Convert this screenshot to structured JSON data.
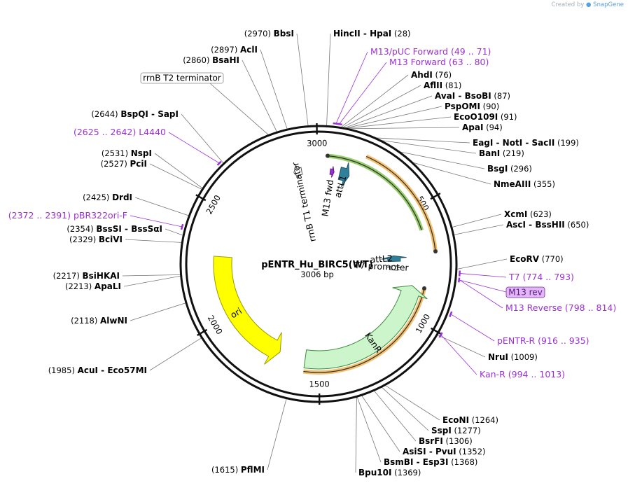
{
  "credit": {
    "prefix": "Created by",
    "brand": "SnapGene"
  },
  "plasmid": {
    "name": "pENTR_Hu_BIRC5(WT)",
    "size_label": "3006 bp",
    "length": 3006
  },
  "ticks": [
    "500",
    "1000",
    "1500",
    "2000",
    "2500",
    "3000"
  ],
  "enzymes": [
    {
      "name": "BbsI",
      "pos": "(2970)",
      "site": 2970,
      "side": "L"
    },
    {
      "name": "AclI",
      "pos": "(2897)",
      "site": 2897,
      "side": "L"
    },
    {
      "name": "BsaHI",
      "pos": "(2860)",
      "site": 2860,
      "side": "L"
    },
    {
      "name": "BspQI - SapI",
      "pos": "(2644)",
      "site": 2644,
      "side": "L"
    },
    {
      "name": "NspI",
      "pos": "(2531)",
      "site": 2531,
      "side": "L"
    },
    {
      "name": "PciI",
      "pos": "(2527)",
      "site": 2527,
      "side": "L"
    },
    {
      "name": "DrdI",
      "pos": "(2425)",
      "site": 2425,
      "side": "L"
    },
    {
      "name": "BssSI - BssSαI",
      "pos": "(2354)",
      "site": 2354,
      "side": "L"
    },
    {
      "name": "BciVI",
      "pos": "(2329)",
      "site": 2329,
      "side": "L"
    },
    {
      "name": "BsiHKAI",
      "pos": "(2217)",
      "site": 2217,
      "side": "L"
    },
    {
      "name": "ApaLI",
      "pos": "(2213)",
      "site": 2213,
      "side": "L"
    },
    {
      "name": "AlwNI",
      "pos": "(2118)",
      "site": 2118,
      "side": "L"
    },
    {
      "name": "AcuI - Eco57MI",
      "pos": "(1985)",
      "site": 1985,
      "side": "L"
    },
    {
      "name": "PflMI",
      "pos": "(1615)",
      "site": 1615,
      "side": "L"
    },
    {
      "name": "HincII - HpaI",
      "pos": "(28)",
      "site": 28,
      "side": "R"
    },
    {
      "name": "AhdI",
      "pos": "(76)",
      "site": 76,
      "side": "R"
    },
    {
      "name": "AflII",
      "pos": "(81)",
      "site": 81,
      "side": "R"
    },
    {
      "name": "AvaI - BsoBI",
      "pos": "(87)",
      "site": 87,
      "side": "R"
    },
    {
      "name": "PspOMI",
      "pos": "(90)",
      "site": 90,
      "side": "R"
    },
    {
      "name": "EcoO109I",
      "pos": "(91)",
      "site": 91,
      "side": "R"
    },
    {
      "name": "ApaI",
      "pos": "(94)",
      "site": 94,
      "side": "R"
    },
    {
      "name": "EagI - NotI - SacII",
      "pos": "(199)",
      "site": 199,
      "side": "R"
    },
    {
      "name": "BanI",
      "pos": "(219)",
      "site": 219,
      "side": "R"
    },
    {
      "name": "BsgI",
      "pos": "(296)",
      "site": 296,
      "side": "R"
    },
    {
      "name": "NmeAIII",
      "pos": "(355)",
      "site": 355,
      "side": "R"
    },
    {
      "name": "XcmI",
      "pos": "(623)",
      "site": 623,
      "side": "R"
    },
    {
      "name": "AscI - BssHII",
      "pos": "(650)",
      "site": 650,
      "side": "R"
    },
    {
      "name": "EcoRV",
      "pos": "(770)",
      "site": 770,
      "side": "R"
    },
    {
      "name": "NruI",
      "pos": "(1009)",
      "site": 1009,
      "side": "R"
    },
    {
      "name": "EcoNI",
      "pos": "(1264)",
      "site": 1264,
      "side": "R"
    },
    {
      "name": "SspI",
      "pos": "(1277)",
      "site": 1277,
      "side": "R"
    },
    {
      "name": "BsrFI",
      "pos": "(1306)",
      "site": 1306,
      "side": "R"
    },
    {
      "name": "AsiSI - PvuI",
      "pos": "(1352)",
      "site": 1352,
      "side": "R"
    },
    {
      "name": "BsmBI - Esp3I",
      "pos": "(1368)",
      "site": 1368,
      "side": "R"
    },
    {
      "name": "Bpu10I",
      "pos": "(1369)",
      "site": 1369,
      "side": "R"
    }
  ],
  "primers": [
    {
      "name": "M13/pUC Forward",
      "range": "(49 .. 71)",
      "start": 49,
      "end": 71,
      "side": "R"
    },
    {
      "name": "M13 Forward",
      "range": "(63 .. 80)",
      "start": 63,
      "end": 80,
      "side": "R"
    },
    {
      "name": "T7",
      "range": "(774 .. 793)",
      "start": 774,
      "end": 793,
      "side": "R"
    },
    {
      "name": "M13 Reverse",
      "range": "(798 .. 814)",
      "start": 798,
      "end": 814,
      "side": "R"
    },
    {
      "name": "pENTR-R",
      "range": "(916 .. 935)",
      "start": 916,
      "end": 935,
      "side": "R"
    },
    {
      "name": "Kan-R",
      "range": "(994 .. 1013)",
      "start": 994,
      "end": 1013,
      "side": "R"
    },
    {
      "name": "L4440",
      "range": "(2625 .. 2642)",
      "start": 2625,
      "end": 2642,
      "side": "L"
    },
    {
      "name": "pBR322ori-F",
      "range": "(2372 .. 2391)",
      "start": 2372,
      "end": 2391,
      "side": "L"
    }
  ],
  "boxed_labels": [
    {
      "text": "rrnB T2 terminator",
      "style": "plain",
      "site": 2830
    },
    {
      "text": "M13 rev",
      "style": "primer",
      "site": 806
    }
  ],
  "features": [
    {
      "name": "ori",
      "start": 1700,
      "end": 2290,
      "dir": -1,
      "fill": "#ffff00",
      "stroke": "#9a9a00",
      "ring": "inner"
    },
    {
      "name": "KanR",
      "start": 860,
      "end": 1570,
      "dir": -1,
      "fill": "#ccf5cc",
      "stroke": "#3c8c3c",
      "ring": "inner"
    },
    {
      "name": "attL1",
      "start": 110,
      "end": 160,
      "dir": 1,
      "fill": "#31809a",
      "stroke": "#1c5466",
      "ring": "inner"
    },
    {
      "name": "attL2",
      "start": 700,
      "end": 735,
      "dir": -1,
      "fill": "#31809a",
      "stroke": "#1c5466",
      "ring": "inner"
    },
    {
      "name": "T7 promoter",
      "start": 760,
      "end": 790,
      "dir": -1,
      "fill": "#ffffff",
      "stroke": "#555555",
      "ring": "inner"
    },
    {
      "name": "rrnB T1 terminator",
      "start": 2880,
      "end": 2920,
      "dir": -1,
      "fill": "#ffffff",
      "stroke": "#555555",
      "ring": "inner"
    },
    {
      "name": "M13 fwd",
      "start": 60,
      "end": 80,
      "dir": 1,
      "fill": "#9b30d9",
      "stroke": "#5e1a86",
      "ring": "inner"
    }
  ],
  "insert_arcs": [
    {
      "name": "green-arc",
      "start": 40,
      "end": 600,
      "dir": -1,
      "color": "#7bc142"
    },
    {
      "name": "orange-arc-1",
      "start": 200,
      "end": 700,
      "dir": 1,
      "color": "#f2b04a"
    },
    {
      "name": "orange-arc-2",
      "start": 860,
      "end": 1570,
      "dir": -1,
      "color": "#f2b04a"
    }
  ]
}
